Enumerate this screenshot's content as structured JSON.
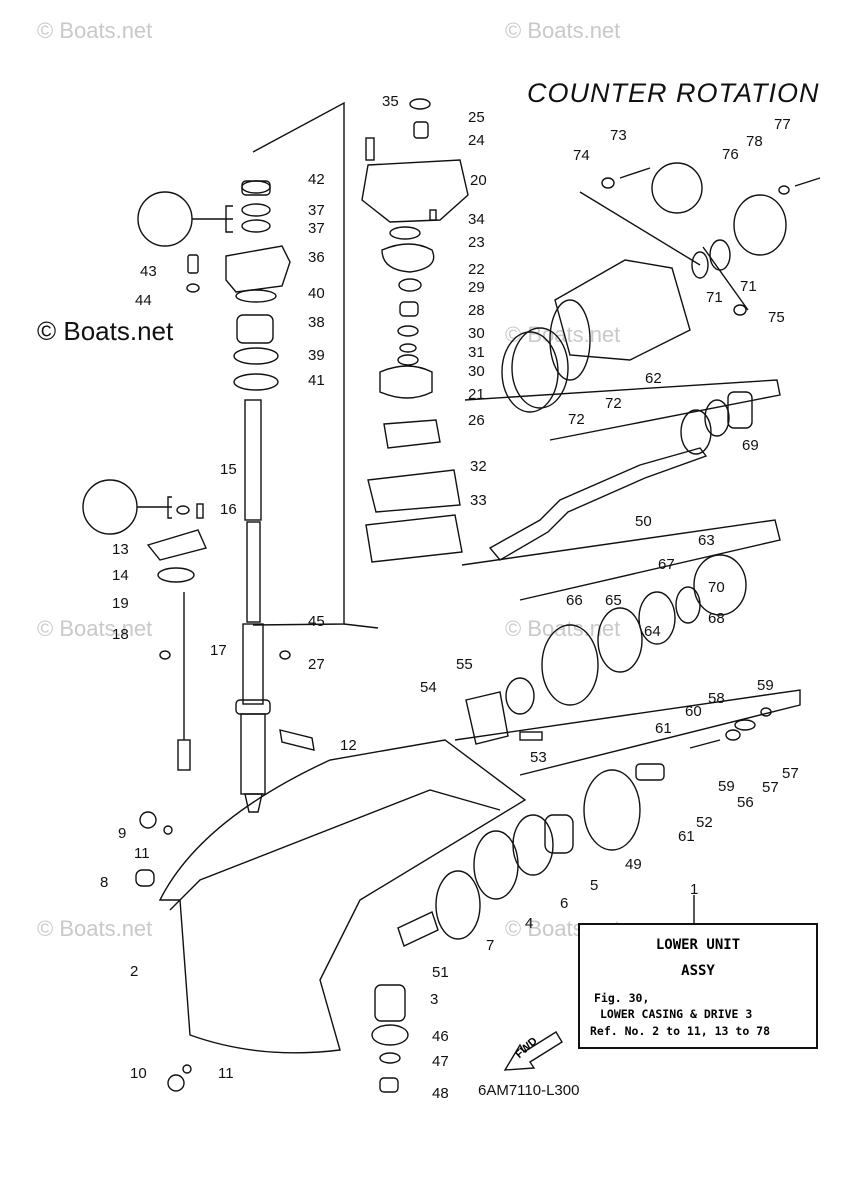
{
  "diagram_title": "COUNTER ROTATION",
  "watermark": "© Boats.net",
  "drawing_code": "6AM7110-L300",
  "fwd_label": "FWD",
  "info_box": {
    "line1": "LOWER UNIT",
    "line2": "ASSY",
    "line3": "Fig. 30,",
    "line4": "LOWER CASING & DRIVE 3",
    "line5": "Ref. No. 2 to 11, 13 to 78"
  },
  "callouts": [
    "1",
    "2",
    "3",
    "4",
    "5",
    "6",
    "7",
    "8",
    "9",
    "10",
    "11",
    "11",
    "12",
    "13",
    "14",
    "15",
    "16",
    "17",
    "18",
    "19",
    "20",
    "21",
    "22",
    "23",
    "24",
    "25",
    "26",
    "27",
    "28",
    "29",
    "30",
    "30",
    "31",
    "32",
    "33",
    "34",
    "35",
    "36",
    "37",
    "37",
    "38",
    "39",
    "40",
    "41",
    "42",
    "43",
    "44",
    "45",
    "46",
    "47",
    "48",
    "49",
    "50",
    "51",
    "52",
    "53",
    "54",
    "55",
    "56",
    "57",
    "57",
    "58",
    "59",
    "59",
    "60",
    "61",
    "61",
    "62",
    "63",
    "64",
    "65",
    "66",
    "67",
    "68",
    "69",
    "70",
    "71",
    "71",
    "72",
    "72",
    "73",
    "74",
    "75",
    "76",
    "77",
    "78"
  ],
  "line_color": "#111111"
}
